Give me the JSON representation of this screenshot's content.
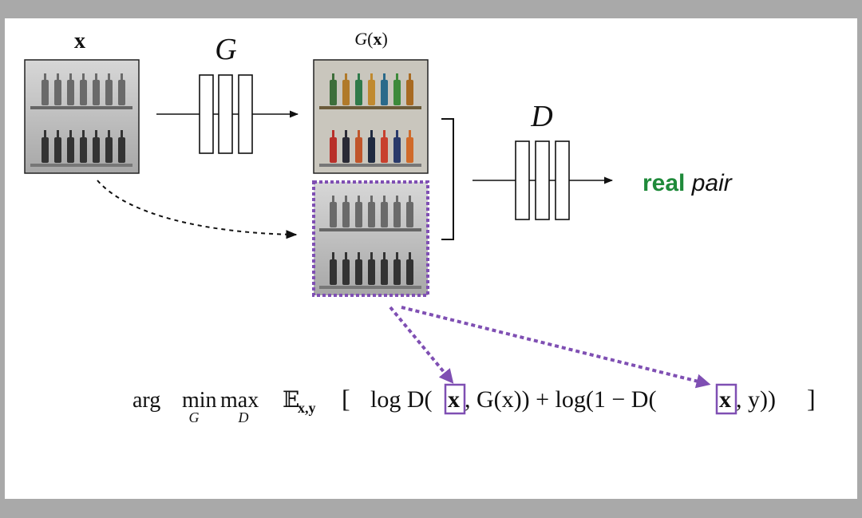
{
  "diagram": {
    "input_label": "x",
    "generator_label": "G",
    "generated_label": "G(x)",
    "discriminator_label": "D",
    "output_bold": "real",
    "output_italic": "pair"
  },
  "colors": {
    "background": "#a9a9a9",
    "slide": "#ffffff",
    "accent_purple": "#7f4fb3",
    "real_green": "#1f8a3a",
    "line": "#111111"
  },
  "icons": {
    "input_image": "grayscale-bottles-photo",
    "output_image": "colorized-bottles-photo",
    "copy_image": "grayscale-bottles-photo-highlighted"
  },
  "equation": {
    "arg": "arg",
    "min": "min",
    "min_sub": "G",
    "max": "max",
    "max_sub": "D",
    "expect": "𝔼",
    "expect_sub": "x,y",
    "open_bracket": "[",
    "term1": "log D(",
    "x1": "x",
    "term1b": ", G(x)) + log(1 − D(",
    "x2": "x",
    "term2b": ", y))",
    "close_bracket": "]"
  }
}
